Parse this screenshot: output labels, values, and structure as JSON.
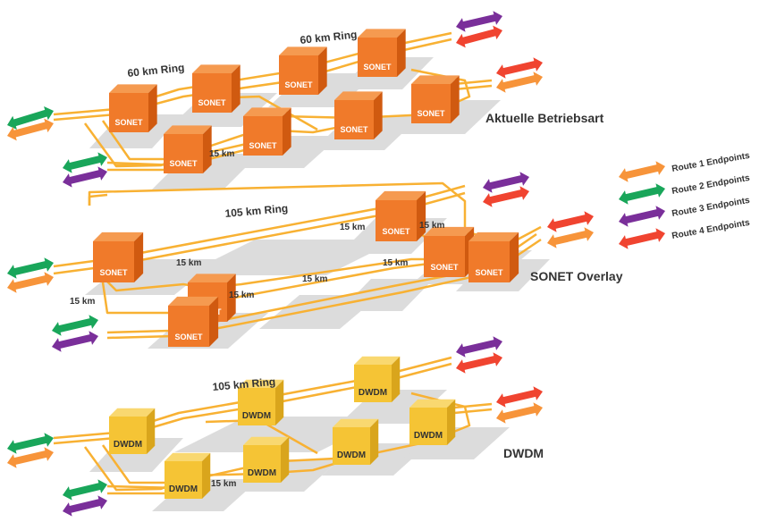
{
  "colors": {
    "fiber": "#f8b133",
    "sonet_front": "#f07a2a",
    "sonet_side": "#d05a10",
    "sonet_top": "#f59a50",
    "dwdm_front": "#f5c435",
    "dwdm_side": "#d9a51c",
    "dwdm_top": "#f9d870",
    "platform": "#dcdcdc",
    "route1": "#f7943a",
    "route2": "#19a65a",
    "route3": "#7a2f9a",
    "route4": "#f04430"
  },
  "diagram": {
    "sections": {
      "current": {
        "title": "Aktuelle Betriebsart"
      },
      "overlay": {
        "title": "SONET Overlay"
      },
      "dwdm": {
        "title": "DWDM"
      }
    },
    "node_labels": {
      "sonet": "SONET",
      "dwdm": "DWDM"
    },
    "ring_labels": {
      "ring_60_a": "60 km Ring",
      "ring_60_b": "60 km Ring",
      "ring_105_overlay": "105 km Ring",
      "ring_105_dwdm": "105 km Ring"
    },
    "span_labels": {
      "current_15": "15 km",
      "overlay_15_a": "15 km",
      "overlay_15_b": "15 km",
      "overlay_15_c": "15 km",
      "overlay_15_d": "15 km",
      "overlay_15_e": "15 km",
      "overlay_15_f": "15 km",
      "dwdm_15": "15 km"
    },
    "legend": [
      {
        "label": "Route 1 Endpoints",
        "color_key": "route1"
      },
      {
        "label": "Route 2 Endpoints",
        "color_key": "route2"
      },
      {
        "label": "Route 3 Endpoints",
        "color_key": "route3"
      },
      {
        "label": "Route 4 Endpoints",
        "color_key": "route4"
      }
    ]
  }
}
